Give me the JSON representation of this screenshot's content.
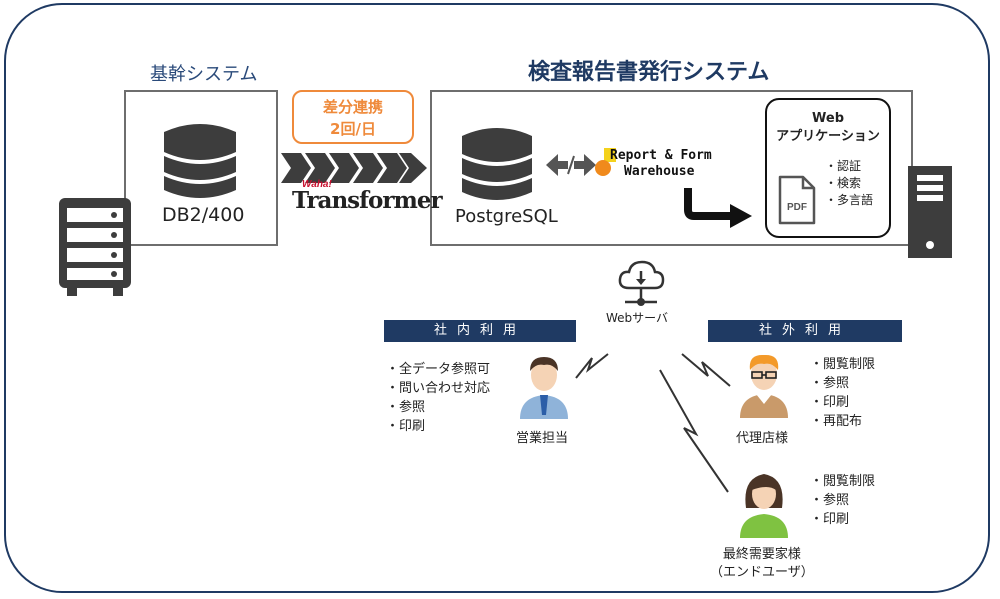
{
  "titles": {
    "core_system": "基幹システム",
    "main_system": "検査報告書発行システム"
  },
  "sync": {
    "line1": "差分連携",
    "line2": "2回/日"
  },
  "databases": {
    "core_db": "DB2/400",
    "main_db": "PostgreSQL"
  },
  "products": {
    "transformer_brand": "Waha!",
    "transformer_name": "Transformer",
    "rfw_line1": "Report & Form",
    "rfw_line2": "Warehouse"
  },
  "web_app": {
    "title_line1": "Web",
    "title_line2": "アプリケーション",
    "features": [
      "・認証",
      "・検索",
      "・多言語"
    ],
    "pdf_label": "PDF"
  },
  "web_server": "Webサーバ",
  "internal": {
    "header": "社内利用",
    "items": [
      "・全データ参照可",
      "・問い合わせ対応",
      "・参照",
      "・印刷"
    ],
    "user": "営業担当"
  },
  "external": {
    "header": "社外利用",
    "agent": {
      "items": [
        "・閲覧制限",
        "・参照",
        "・印刷",
        "・再配布"
      ],
      "user": "代理店様"
    },
    "end_user": {
      "items": [
        "・閲覧制限",
        "・参照",
        "・印刷"
      ],
      "user_line1": "最終需要家様",
      "user_line2": "（エンドユーザ）"
    }
  },
  "colors": {
    "navy": "#1f3a63",
    "orange": "#ef8a3b",
    "dark_gray": "#3d3d3d",
    "skin": "#f5d3b5",
    "sales_shirt": "#8fb3d9",
    "agent_shirt": "#c99a6a",
    "enduser_shirt": "#7fc241"
  }
}
